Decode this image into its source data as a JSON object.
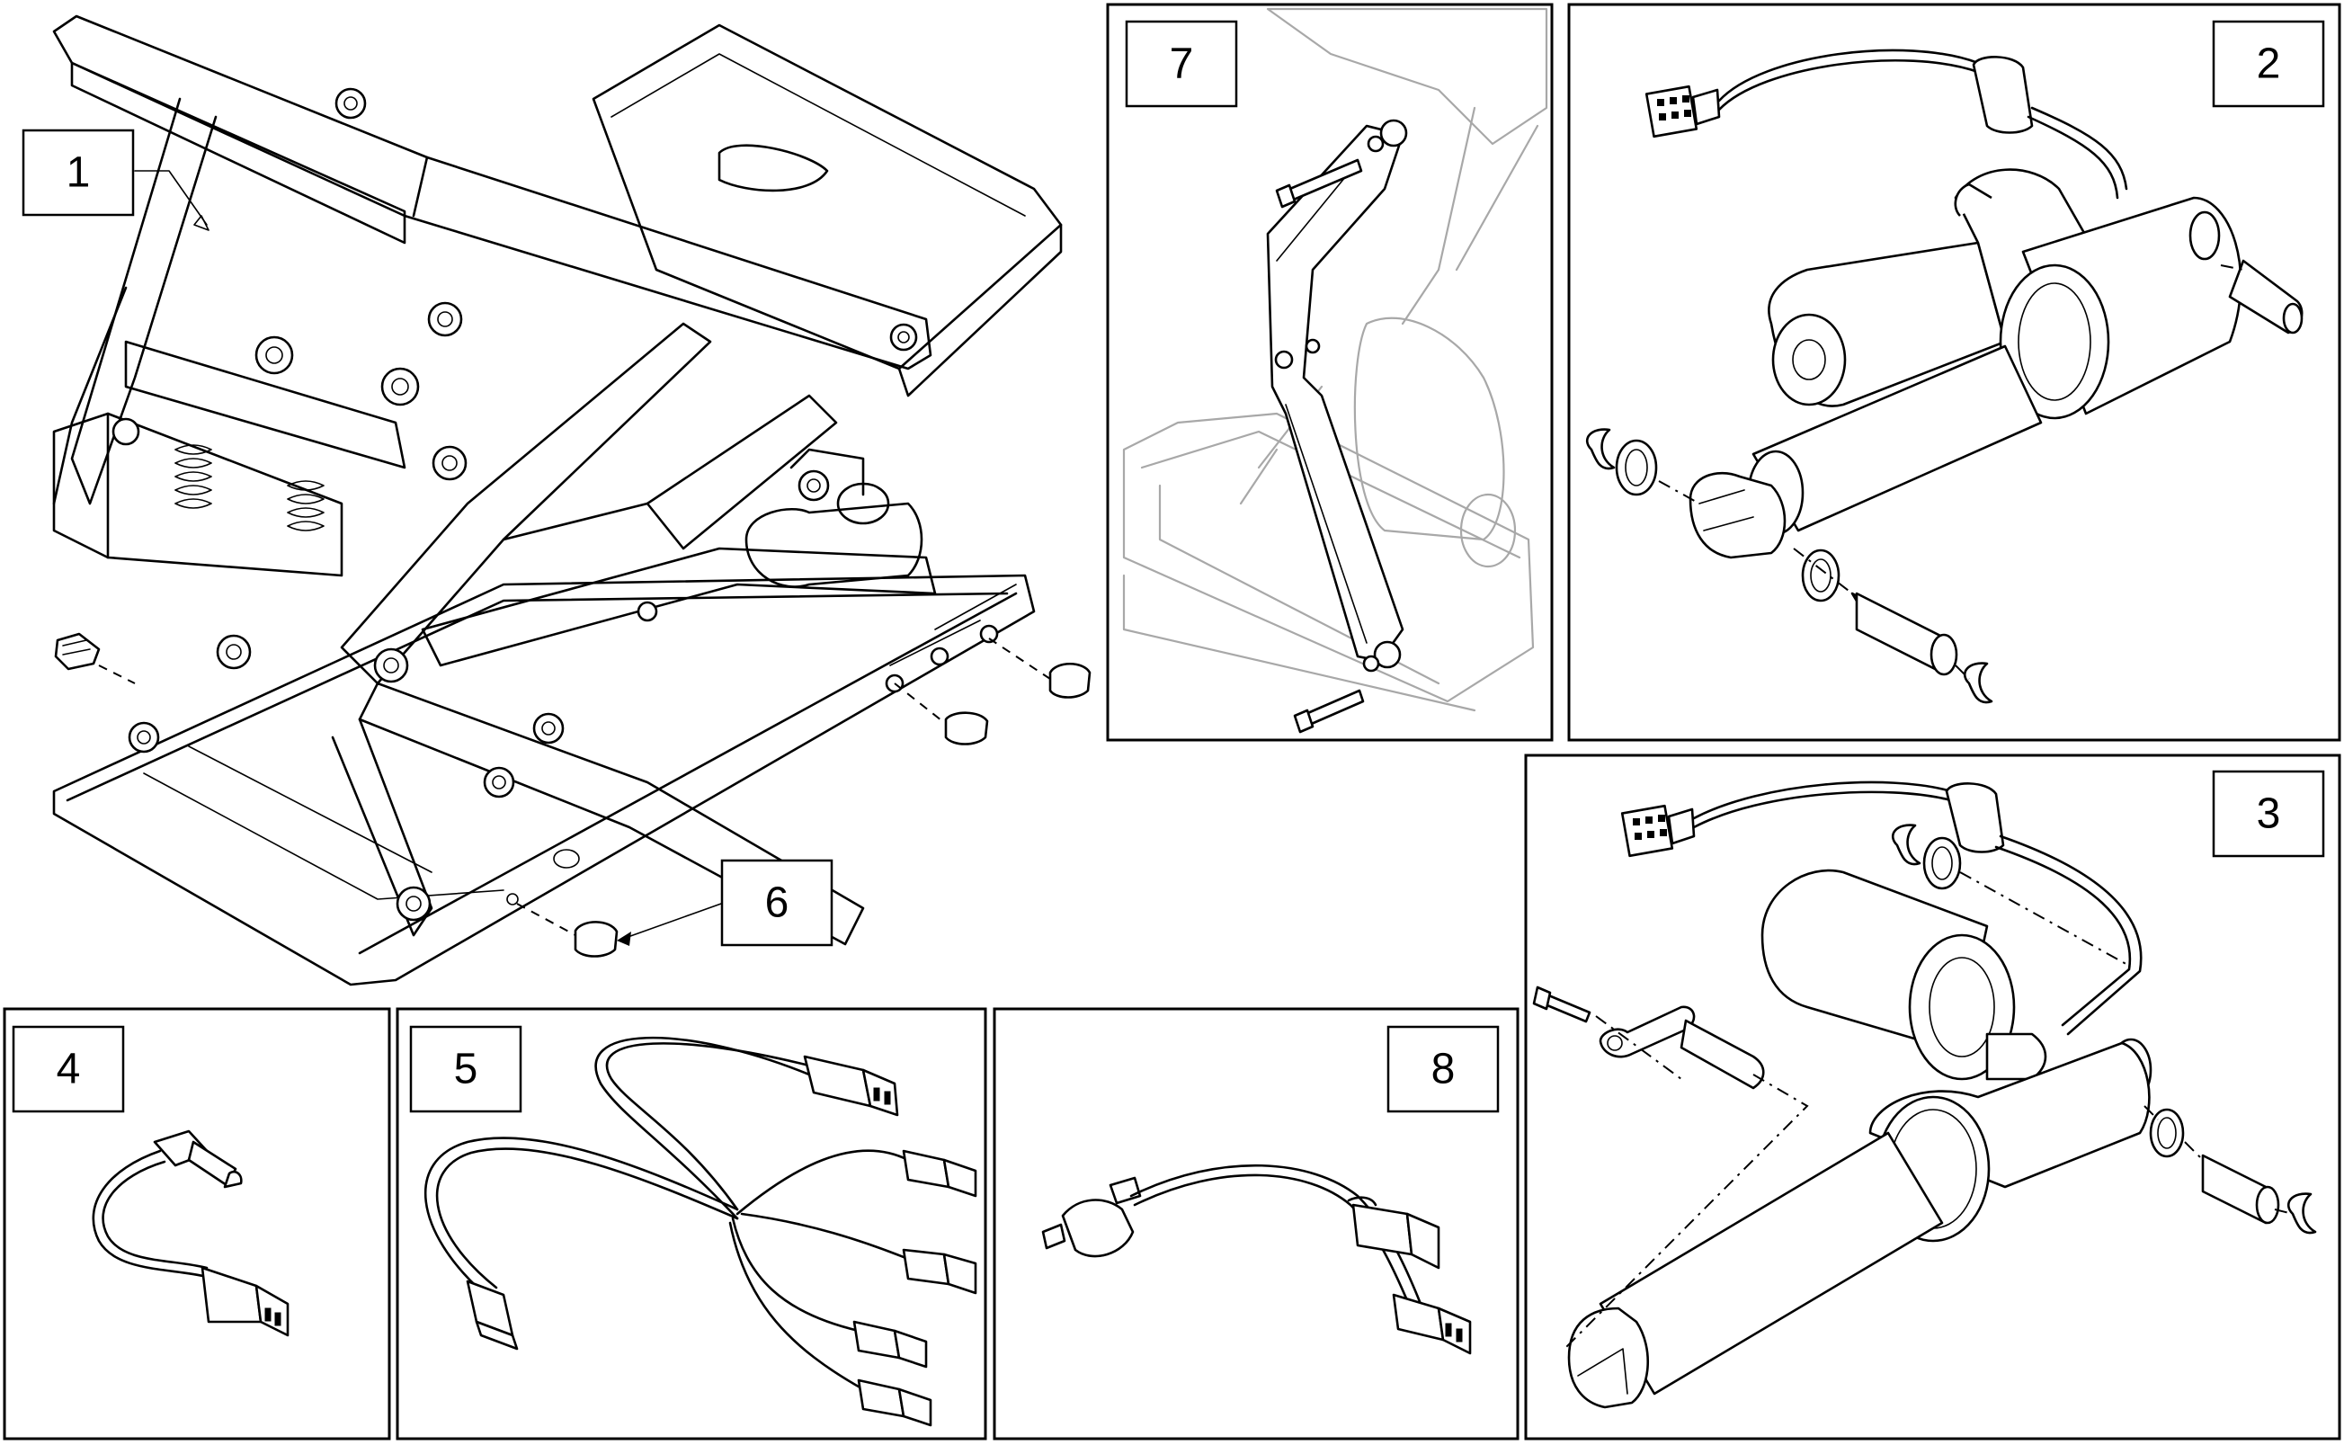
{
  "callouts": {
    "c1": "1",
    "c2": "2",
    "c3": "3",
    "c4": "4",
    "c5": "5",
    "c6": "6",
    "c7": "7",
    "c8": "8"
  },
  "parts": {
    "p1": "seat-lift-mechanism",
    "p2": "seat-lift-actuator",
    "p3": "tilt-actuator",
    "p4": "wire-harness-jumper",
    "p5": "y-harness-four-way",
    "p6": "shoulder-bolt",
    "p7": "actuator-link-arm",
    "p8": "extension-harness"
  }
}
